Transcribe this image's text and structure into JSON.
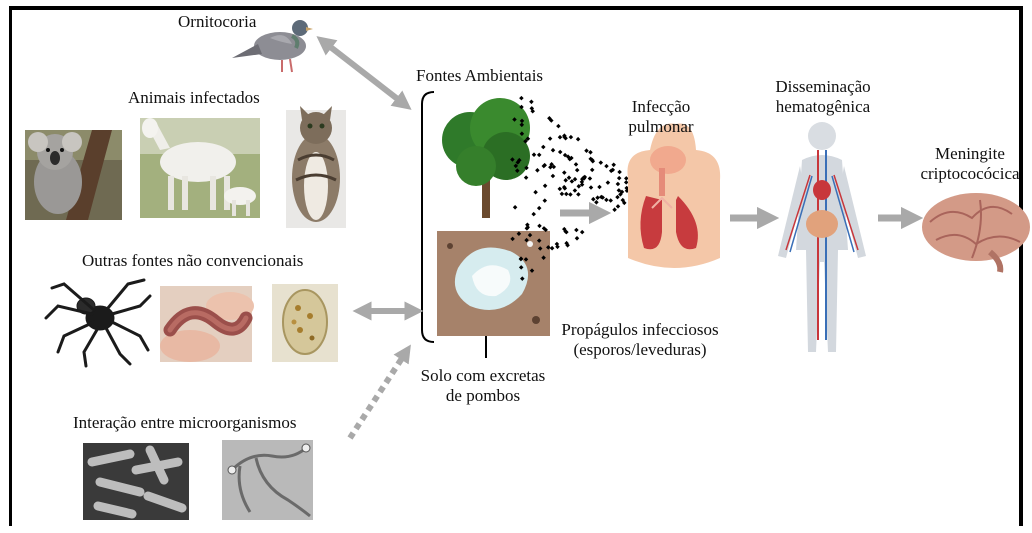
{
  "labels": {
    "ornitocoria": "Ornitocoria",
    "animais_infectados": "Animais infectados",
    "outras_fontes": "Outras fontes não convencionais",
    "interacao": "Interação entre microorganismos",
    "fontes_ambientais": "Fontes Ambientais",
    "solo_line1": "Solo com excretas",
    "solo_line2": "de pombos",
    "propagulos_line1": "Propágulos infecciosos",
    "propagulos_line2": "(esporos/leveduras)",
    "infeccao_line1": "Infecção",
    "infeccao_line2": "pulmonar",
    "disseminacao_line1": "Disseminação",
    "disseminacao_line2": "hematogênica",
    "meningite_line1": "Meningite",
    "meningite_line2": "criptococócica"
  },
  "colors": {
    "arrow": "#a9a9a9",
    "frame": "#000000"
  }
}
